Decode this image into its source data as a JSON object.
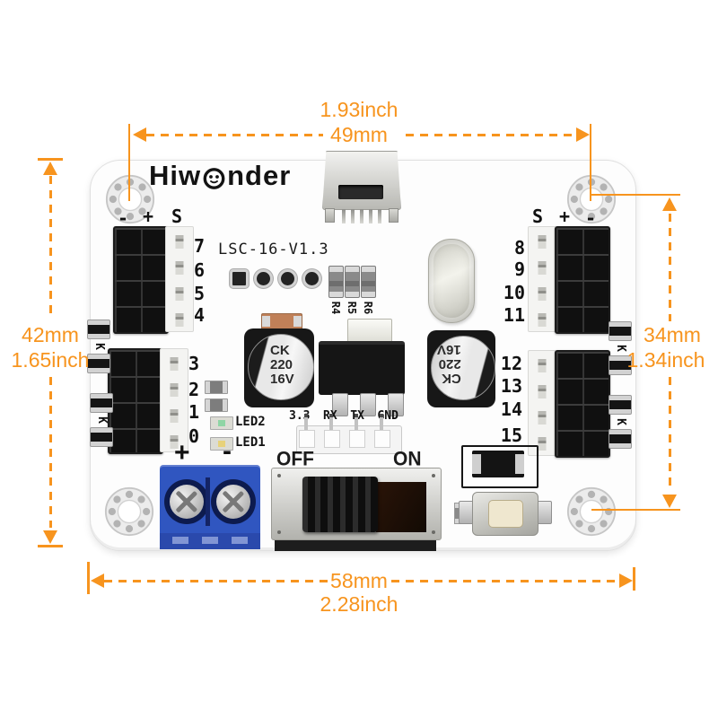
{
  "colors": {
    "annotation_orange": "#F7941E",
    "terminal_blue": "#3056C0",
    "pcb_white": "#FDFDFD"
  },
  "annotations": {
    "top": {
      "line1": "1.93inch",
      "line2": "49mm"
    },
    "left": {
      "line1": "42mm",
      "line2": "1.65inch"
    },
    "right": {
      "line1": "34mm",
      "line2": "1.34inch"
    },
    "bottom": {
      "line1": "58mm",
      "line2": "2.28inch"
    }
  },
  "board": {
    "brand": "Hiwonder",
    "brand_prefix": "Hiw",
    "brand_suffix": "nder",
    "model": "LSC-16-V1.3",
    "headers": {
      "left_top": {
        "sign_labels": [
          "-",
          "+",
          "S"
        ],
        "channels": [
          "7",
          "6",
          "5",
          "4"
        ]
      },
      "left_bottom": {
        "channels": [
          "3",
          "2",
          "1",
          "0"
        ]
      },
      "right_top": {
        "sign_labels": [
          "S",
          "+",
          "-"
        ],
        "channels": [
          "8",
          "9",
          "10",
          "11"
        ]
      },
      "right_bottom": {
        "channels": [
          "12",
          "13",
          "14",
          "15"
        ]
      }
    },
    "silkscreen": {
      "resistors": [
        "R4",
        "R5",
        "R6"
      ],
      "leds": [
        "LED2",
        "LED1"
      ],
      "uart_pins": [
        "3.3",
        "RX",
        "TX",
        "GND"
      ],
      "diode_label": "K",
      "power_plus": "+",
      "power_minus": "-",
      "switch_off": "OFF",
      "switch_on": "ON"
    },
    "capacitor": {
      "line1": "CK",
      "line2": "220",
      "line3": "16V"
    }
  }
}
